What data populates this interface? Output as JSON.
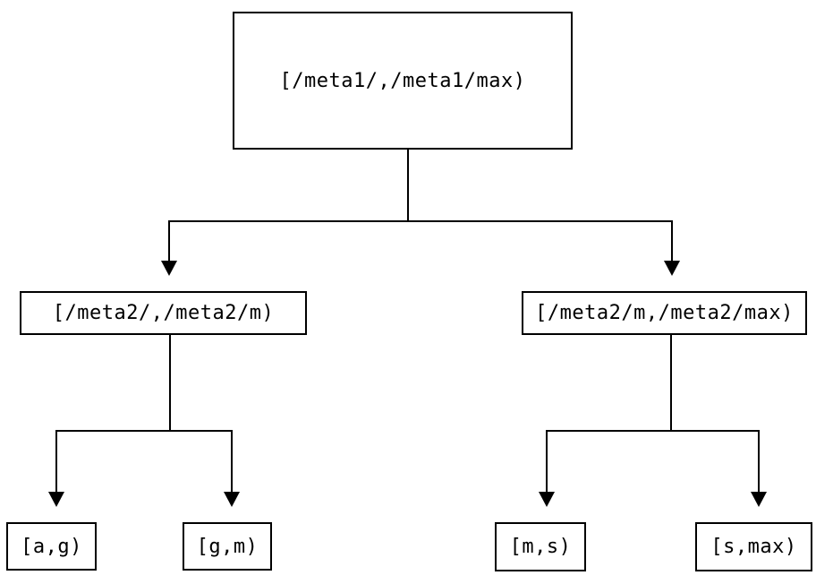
{
  "colors": {
    "line": "#000000",
    "background": "#ffffff",
    "text": "#000000"
  },
  "tree": {
    "label": "[/meta1/,/meta1/max)",
    "children": [
      {
        "label": "[/meta2/,/meta2/m)",
        "children": [
          {
            "label": "[a,g)"
          },
          {
            "label": "[g,m)"
          }
        ]
      },
      {
        "label": "[/meta2/m,/meta2/max)",
        "children": [
          {
            "label": "[m,s)"
          },
          {
            "label": "[s,max)"
          }
        ]
      }
    ]
  }
}
